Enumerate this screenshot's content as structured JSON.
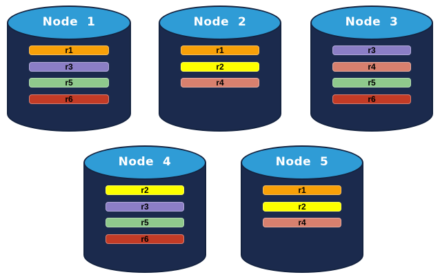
{
  "colors": {
    "cylinder_body": "#1B2A4D",
    "cylinder_top": "#2F9CD6",
    "cylinder_outline": "#142340",
    "title_text": "#FFFFFF",
    "bar_text": "#000000"
  },
  "replica_colors": {
    "r1": "#F8A008",
    "r2": "#FDFF00",
    "r3": "#8B7EC6",
    "r4": "#D8806E",
    "r5": "#8FC98C",
    "r6": "#C33B26"
  },
  "nodes": [
    {
      "title": "Node  1",
      "replicas": [
        "r1",
        "r3",
        "r5",
        "r6"
      ]
    },
    {
      "title": "Node  2",
      "replicas": [
        "r1",
        "r2",
        "r4"
      ]
    },
    {
      "title": "Node  3",
      "replicas": [
        "r3",
        "r4",
        "r5",
        "r6"
      ]
    },
    {
      "title": "Node  4",
      "replicas": [
        "r2",
        "r3",
        "r5",
        "r6"
      ]
    },
    {
      "title": "Node  5",
      "replicas": [
        "r1",
        "r2",
        "r4"
      ]
    }
  ]
}
